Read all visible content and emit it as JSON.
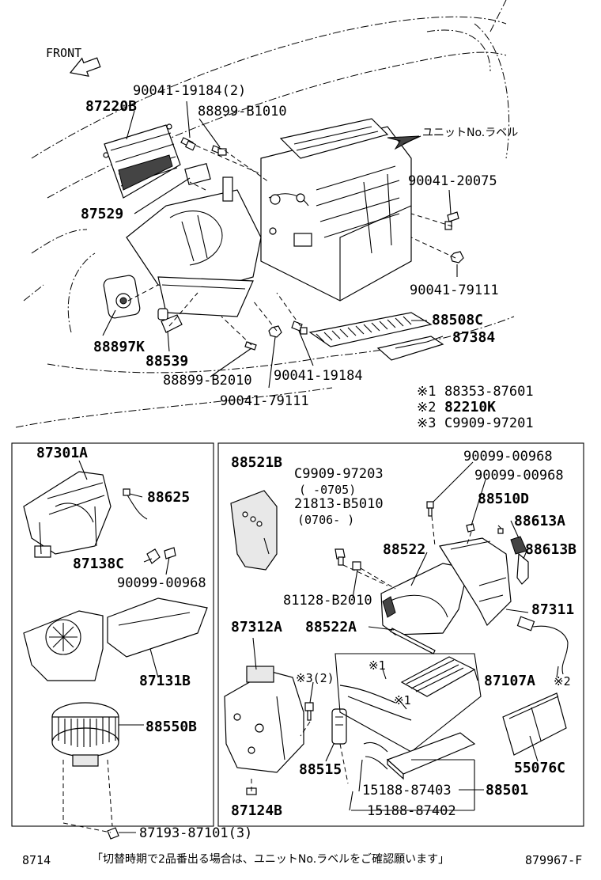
{
  "direction_label": "FRONT",
  "unit_label_note": "ユニットNo.ラベル",
  "top_labels": {
    "p87220B": "87220B",
    "p90041_19184_2": "90041-19184(2)",
    "p88899_B1010": "88899-B1010",
    "p90041_20075": "90041-20075",
    "p87529": "87529",
    "p90041_79111_a": "90041-79111",
    "p88508C": "88508C",
    "p87384": "87384",
    "p88897K": "88897K",
    "p88539": "88539",
    "p90041_19184": "90041-19184",
    "p88899_B2010": "88899-B2010",
    "p90041_79111_b": "90041-79111"
  },
  "notes": [
    {
      "mark": "※1",
      "part": "88353-87601"
    },
    {
      "mark": "※2",
      "part": "82210K"
    },
    {
      "mark": "※3",
      "part": "C9909-97201"
    }
  ],
  "left_box": {
    "p87301A": "87301A",
    "p88625": "88625",
    "p87138C": "87138C",
    "p90099_00968": "90099-00968",
    "p87131B": "87131B",
    "p88550B": "88550B",
    "p87193_87101_3": "87193-87101(3)"
  },
  "right_box": {
    "p88521B": "88521B",
    "pC9909_97203": "C9909-97203",
    "range_1": "(      -0705)",
    "p21813_B5010": "21813-B5010",
    "range_2": "(0706-      )",
    "p90099_00968_a": "90099-00968",
    "p90099_00968_b": "90099-00968",
    "p88510D": "88510D",
    "p88613A": "88613A",
    "p88613B": "88613B",
    "p88522": "88522",
    "p81128_B2010": "81128-B2010",
    "p88522A": "88522A",
    "p87311": "87311",
    "p87312A": "87312A",
    "mark3_2": "※3(2)",
    "mark1_a": "※1",
    "mark1_b": "※1",
    "p87107A": "87107A",
    "mark2": "※2",
    "p88515": "88515",
    "p55076C": "55076C",
    "p15188_87403": "15188-87403",
    "p88501": "88501",
    "p15188_87402": "15188-87402",
    "p87124B": "87124B"
  },
  "footer": {
    "left_code": "8714",
    "note": "「切替時期で2品番出る場合は、ユニットNo.ラベルをご確認願います」",
    "right_code": "879967-F"
  }
}
